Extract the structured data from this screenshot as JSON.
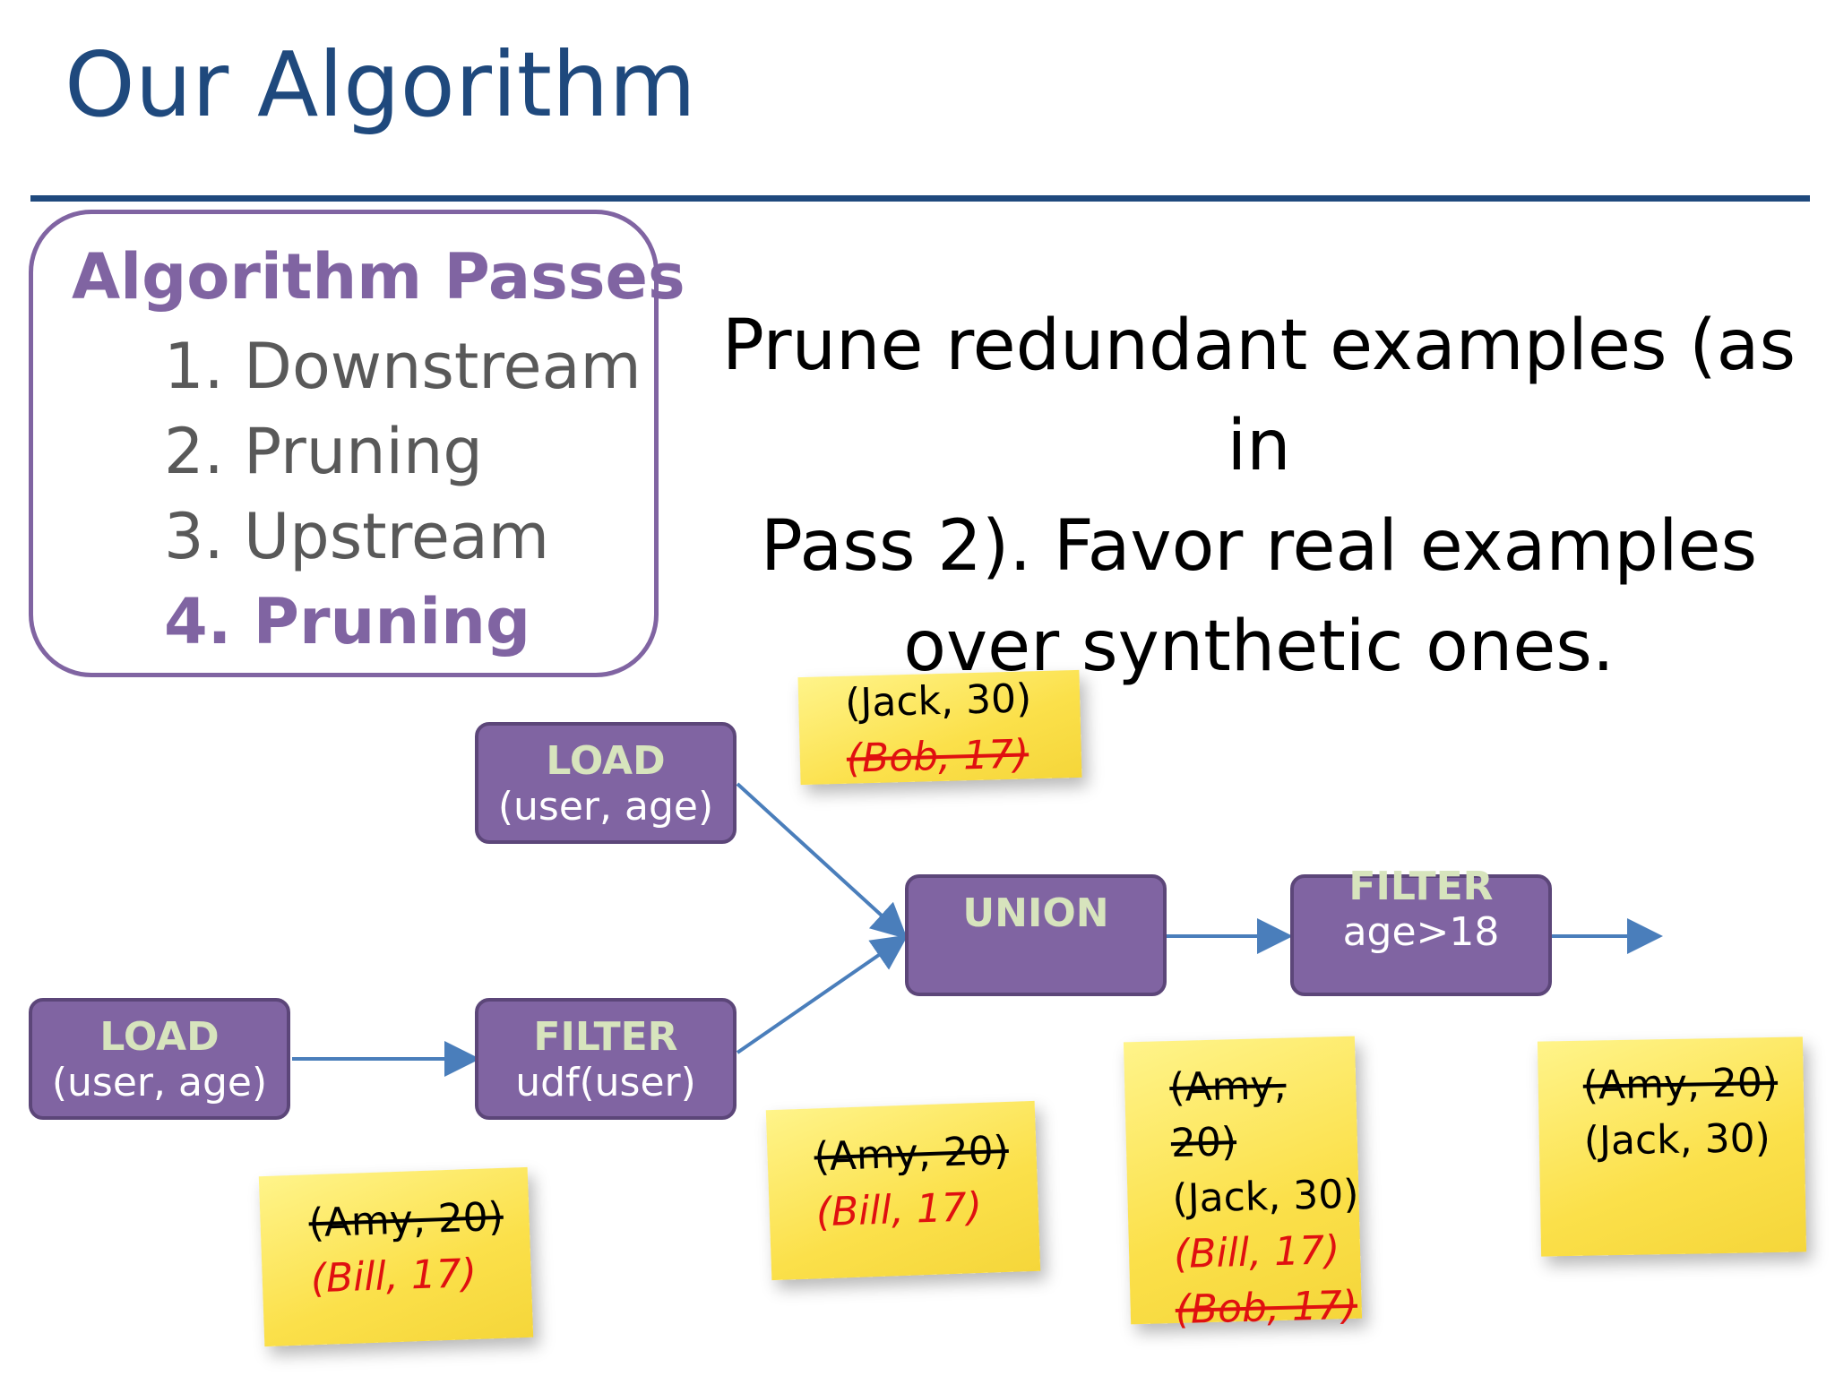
{
  "slide": {
    "title": "Our Algorithm"
  },
  "passes": {
    "heading": "Algorithm Passes",
    "items": [
      "1. Downstream",
      "2. Pruning",
      "3. Upstream",
      "4. Pruning"
    ]
  },
  "description": {
    "line1": "Prune redundant examples (as in",
    "line2": "Pass 2). Favor real examples",
    "line3": "over synthetic ones."
  },
  "operators": {
    "load_top": {
      "name": "LOAD",
      "detail": "(user, age)"
    },
    "load_bottom": {
      "name": "LOAD",
      "detail": "(user, age)"
    },
    "filter_udf": {
      "name": "FILTER",
      "detail": "udf(user)"
    },
    "union": {
      "name": "UNION",
      "detail": ""
    },
    "filter_age": {
      "name": "FILTER",
      "detail": "age>18"
    }
  },
  "notes": {
    "load_top": [
      "(Jack, 30)",
      "(Bob, 17)"
    ],
    "load_bottom": [
      "(Amy, 20)",
      "(Bill, 17)"
    ],
    "filter_udf": [
      "(Amy, 20)",
      "(Bill, 17)"
    ],
    "union": [
      "(Amy, 20)",
      "(Jack, 30)",
      "(Bill, 17)",
      "(Bob, 17)"
    ],
    "output": [
      "(Amy, 20)",
      "(Jack, 30)"
    ]
  },
  "colors": {
    "title": "#1f497d",
    "accent": "#8064a2",
    "operator_label": "#d7e4bd",
    "arrow": "#4a7ebb",
    "synthetic": "#e01010",
    "sticky_note": "#fbe04a"
  }
}
